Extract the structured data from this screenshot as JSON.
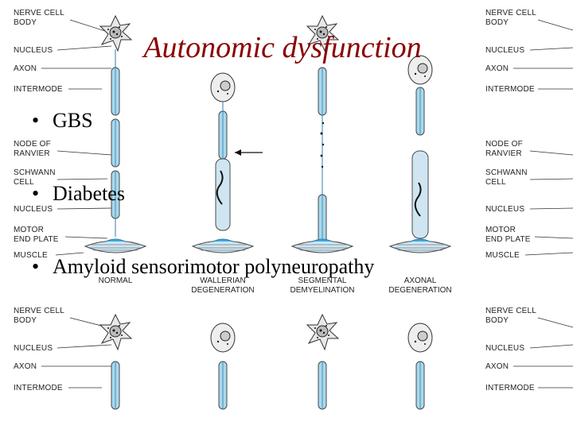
{
  "slide": {
    "title": "Autonomic dysfunction",
    "bullets": [
      "GBS",
      "Diabetes",
      "Amyloid sensorimotor polyneuropathy"
    ],
    "bullet_glyph": "•",
    "title_color": "#8b0000"
  },
  "figure": {
    "left_labels": {
      "nerve_cell_body": [
        "NERVE CELL",
        "BODY"
      ],
      "nucleus": "NUCLEUS",
      "axon": "AXON",
      "intermode": "INTERMODE",
      "node_of_ranvier": [
        "NODE OF",
        "RANVIER"
      ],
      "schwann_cell": [
        "SCHWANN",
        "CELL"
      ],
      "nucleus_lower": "NUCLEUS",
      "motor_end_plate": [
        "MOTOR",
        "END PLATE"
      ],
      "muscle": "MUSCLE"
    },
    "captions": {
      "normal": "NORMAL",
      "wallerian": [
        "WALLERIAN",
        "DEGENERATION"
      ],
      "segmental": [
        "SEGMENTAL",
        "DEMYELINATION"
      ],
      "axonal": [
        "AXONAL",
        "DEGENERATION"
      ]
    },
    "colors": {
      "myelin": "#a9d8ec",
      "myelin_edge": "#4a4a4a",
      "end_plate": "#3fa9e0",
      "muscle": "#cfe6f2"
    }
  }
}
